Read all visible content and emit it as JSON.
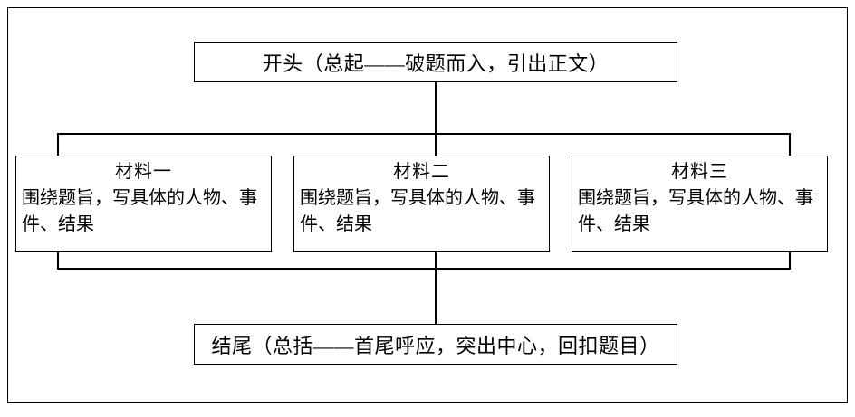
{
  "diagram": {
    "title_text": "开头（总起——破题而入，引出正文）",
    "conclusion_text": "结尾（总括——首尾呼应，突出中心，回扣题目）",
    "materials": [
      {
        "title": "材料一",
        "body": "围绕题旨，写具体的人物、事件、结果"
      },
      {
        "title": "材料二",
        "body": "围绕题旨，写具体的人物、事件、结果"
      },
      {
        "title": "材料三",
        "body": "围绕题旨，写具体的人物、事件、结果"
      }
    ],
    "colors": {
      "line": "#000000",
      "text": "#000000",
      "background": "#ffffff"
    }
  }
}
